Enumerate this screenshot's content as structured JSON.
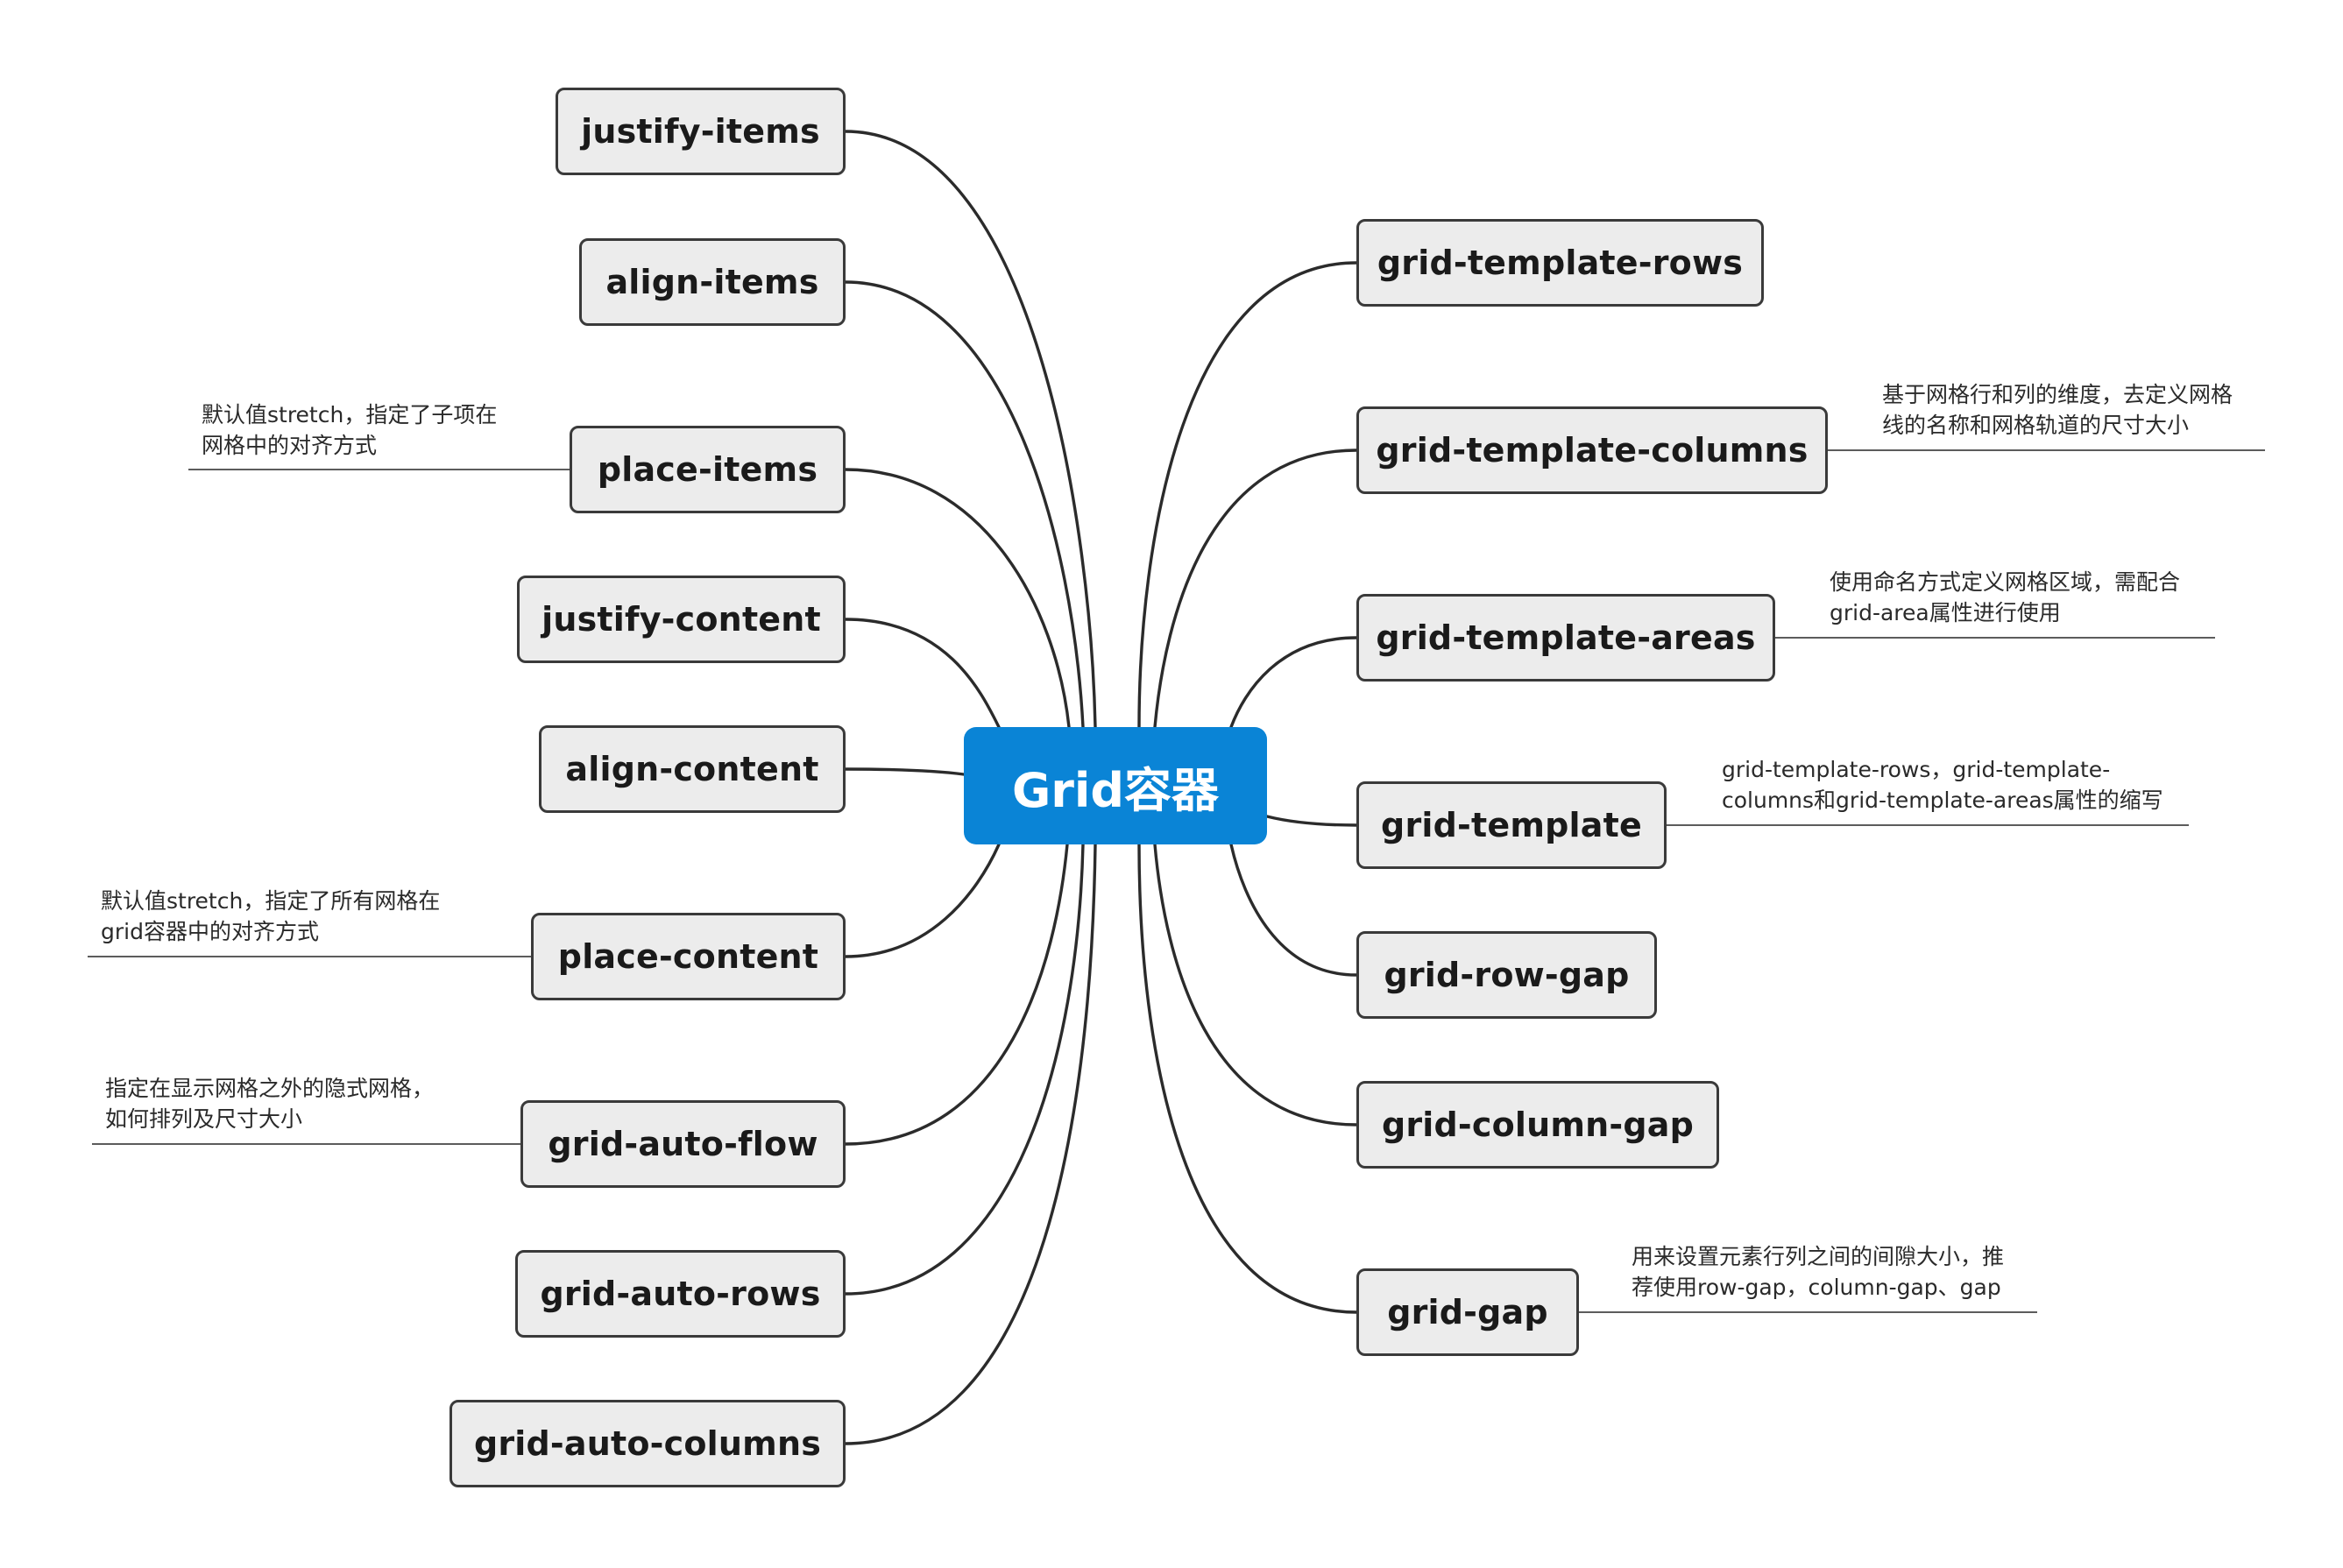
{
  "center": {
    "label": "Grid容器",
    "color": "#0a84d6"
  },
  "left_nodes": [
    {
      "id": "justify-items",
      "label": "justify-items"
    },
    {
      "id": "align-items",
      "label": "align-items"
    },
    {
      "id": "place-items",
      "label": "place-items",
      "note": [
        "默认值stretch，指定了子项在",
        "网格中的对齐方式"
      ]
    },
    {
      "id": "justify-content",
      "label": "justify-content"
    },
    {
      "id": "align-content",
      "label": "align-content"
    },
    {
      "id": "place-content",
      "label": "place-content",
      "note": [
        "默认值stretch，指定了所有网格在",
        "grid容器中的对齐方式"
      ]
    },
    {
      "id": "grid-auto-flow",
      "label": "grid-auto-flow",
      "note": [
        "指定在显示网格之外的隐式网格，",
        "如何排列及尺寸大小"
      ]
    },
    {
      "id": "grid-auto-rows",
      "label": "grid-auto-rows"
    },
    {
      "id": "grid-auto-columns",
      "label": "grid-auto-columns"
    }
  ],
  "right_nodes": [
    {
      "id": "grid-template-rows",
      "label": "grid-template-rows"
    },
    {
      "id": "grid-template-columns",
      "label": "grid-template-columns",
      "note": [
        "基于网格行和列的维度，去定义网格",
        "线的名称和网格轨道的尺寸大小"
      ]
    },
    {
      "id": "grid-template-areas",
      "label": "grid-template-areas",
      "note": [
        "使用命名方式定义网格区域，需配合",
        "grid-area属性进行使用"
      ]
    },
    {
      "id": "grid-template",
      "label": "grid-template",
      "note": [
        "grid-template-rows，grid-template-",
        "columns和grid-template-areas属性的缩写"
      ]
    },
    {
      "id": "grid-row-gap",
      "label": "grid-row-gap"
    },
    {
      "id": "grid-column-gap",
      "label": "grid-column-gap"
    },
    {
      "id": "grid-gap",
      "label": "grid-gap",
      "note": [
        "用来设置元素行列之间的间隙大小，推",
        "荐使用row-gap，column-gap、gap"
      ]
    }
  ]
}
